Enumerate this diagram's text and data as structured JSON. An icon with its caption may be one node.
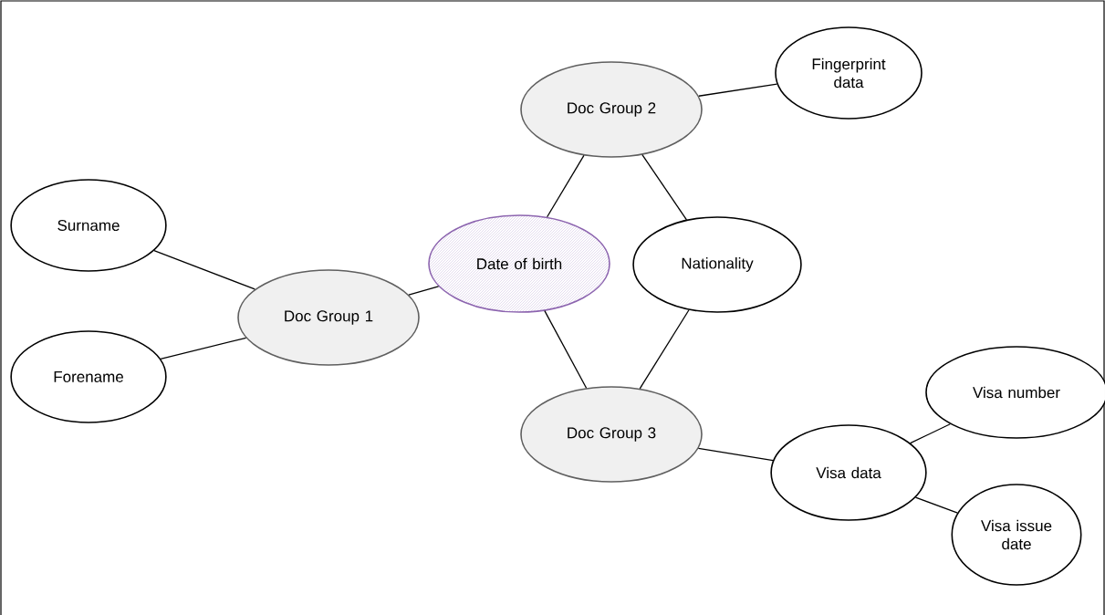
{
  "diagram": {
    "nodes": [
      {
        "text": [
          "Surname"
        ]
      },
      {
        "text": [
          "Forename"
        ]
      },
      {
        "text": [
          "Doc Group 1"
        ]
      },
      {
        "text": [
          "Date of birth"
        ]
      },
      {
        "text": [
          "Doc Group 2"
        ]
      },
      {
        "text": [
          "Fingerprint data"
        ]
      },
      {
        "text": [
          "Nationality"
        ]
      },
      {
        "text": [
          "Doc Group 3"
        ]
      },
      {
        "text": [
          "Visa data"
        ]
      },
      {
        "text": [
          "Visa number"
        ]
      },
      {
        "text": [
          "Visa issue date"
        ]
      }
    ],
    "edges": [
      {
        "from": 0,
        "to": 2,
        "arrow": "none"
      },
      {
        "from": 1,
        "to": 2,
        "arrow": "none"
      },
      {
        "from": 2,
        "to": 3,
        "arrow": "none"
      },
      {
        "from": 3,
        "to": 4,
        "arrow": "none"
      },
      {
        "from": 3,
        "to": 7,
        "arrow": "none"
      },
      {
        "from": 4,
        "to": 5,
        "arrow": "none"
      },
      {
        "from": 4,
        "to": 6,
        "arrow": "none"
      },
      {
        "from": 6,
        "to": 7,
        "arrow": "none"
      },
      {
        "from": 7,
        "to": 8,
        "arrow": "none"
      },
      {
        "from": 8,
        "to": 9,
        "arrow": "none"
      },
      {
        "from": 8,
        "to": 10,
        "arrow": "none"
      }
    ]
  }
}
